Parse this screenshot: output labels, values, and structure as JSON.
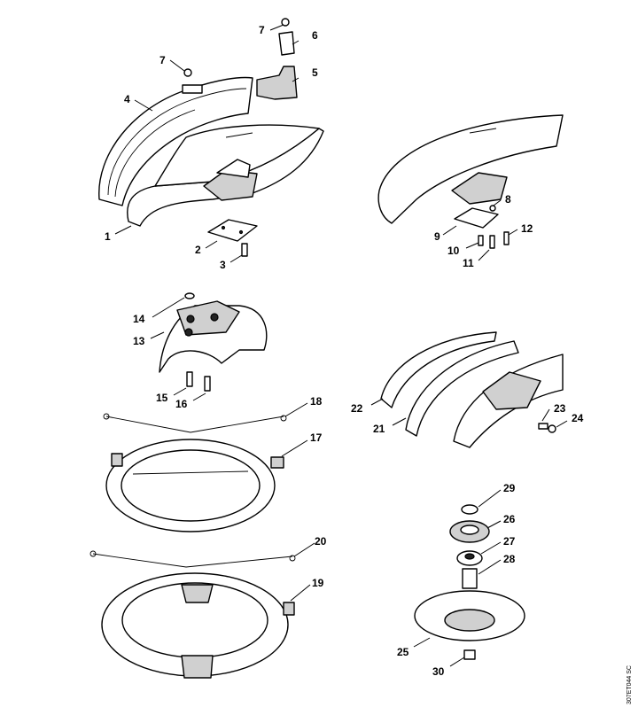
{
  "callouts": {
    "c1": "1",
    "c2": "2",
    "c3": "3",
    "c4": "4",
    "c5": "5",
    "c6": "6",
    "c7a": "7",
    "c7b": "7",
    "c8": "8",
    "c9": "9",
    "c10": "10",
    "c11": "11",
    "c12": "12",
    "c13": "13",
    "c14": "14",
    "c15": "15",
    "c16": "16",
    "c17": "17",
    "c18": "18",
    "c19": "19",
    "c20": "20",
    "c21": "21",
    "c22": "22",
    "c23": "23",
    "c24": "24",
    "c25": "25",
    "c26": "26",
    "c27": "27",
    "c28": "28",
    "c29": "29",
    "c30": "30"
  },
  "reference_code": "307ET044 SC"
}
